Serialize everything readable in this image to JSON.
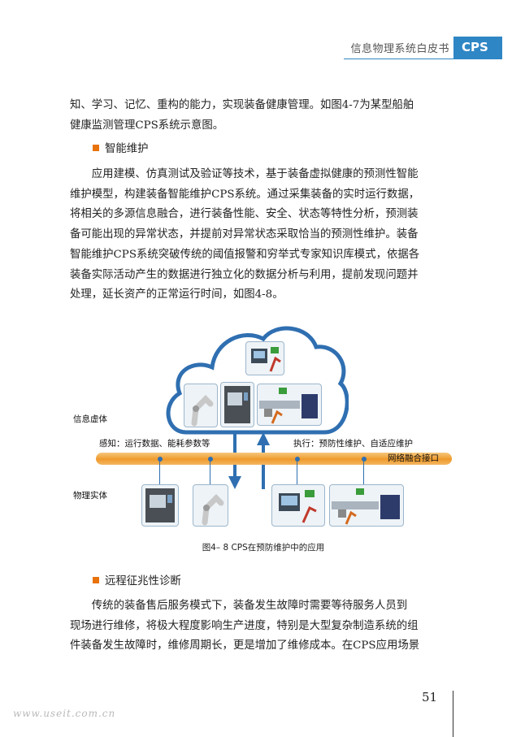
{
  "header": {
    "title": "信息物理系统白皮书",
    "tag": "CPS"
  },
  "paragraphs": {
    "p1_lines": [
      "知、学习、记忆、重构的能力，实现装备健康管理。如图4-7为某型船舶",
      "健康监测管理CPS系统示意图。"
    ],
    "heading1": "智能维护",
    "p2_lines": [
      "应用建模、仿真测试及验证等技术，基于装备虚拟健康的预测性智能",
      "维护模型，构建装备智能维护CPS系统。通过采集装备的实时运行数据，",
      "将相关的多源信息融合，进行装备性能、安全、状态等特性分析，预测装",
      "备可能出现的异常状态，并提前对异常状态采取恰当的预测性维护。装备",
      "智能维护CPS系统突破传统的阈值报警和穷举式专家知识库模式，依据各",
      "装备实际活动产生的数据进行独立化的数据分析与利用，提前发现问题并",
      "处理，延长资产的正常运行时间，如图4-8。"
    ],
    "heading2": "远程征兆性诊断",
    "p3_lines": [
      "传统的装备售后服务模式下，装备发生故障时需要等待服务人员到",
      "现场进行维修，将极大程度影响生产进度，特别是大型复杂制造系统的组",
      "件装备发生故障时，维修周期长，更是增加了维修成本。在CPS应用场景"
    ]
  },
  "figure": {
    "label_virtual": "信息虚体",
    "label_sense": "感知：运行数据、能耗参数等",
    "label_exec": "执行：预防性维护、自适应维护",
    "label_interface": "网络融合接口",
    "label_physical": "物理实体",
    "caption": "图4– 8 CPS在预防维护中的应用",
    "colors": {
      "cloud_border": "#2f6fb1",
      "band": "#ef9a2c",
      "arrow": "#2f6fb1"
    }
  },
  "footer": {
    "page_number": "51",
    "watermark": "www.useit.com.cn"
  }
}
